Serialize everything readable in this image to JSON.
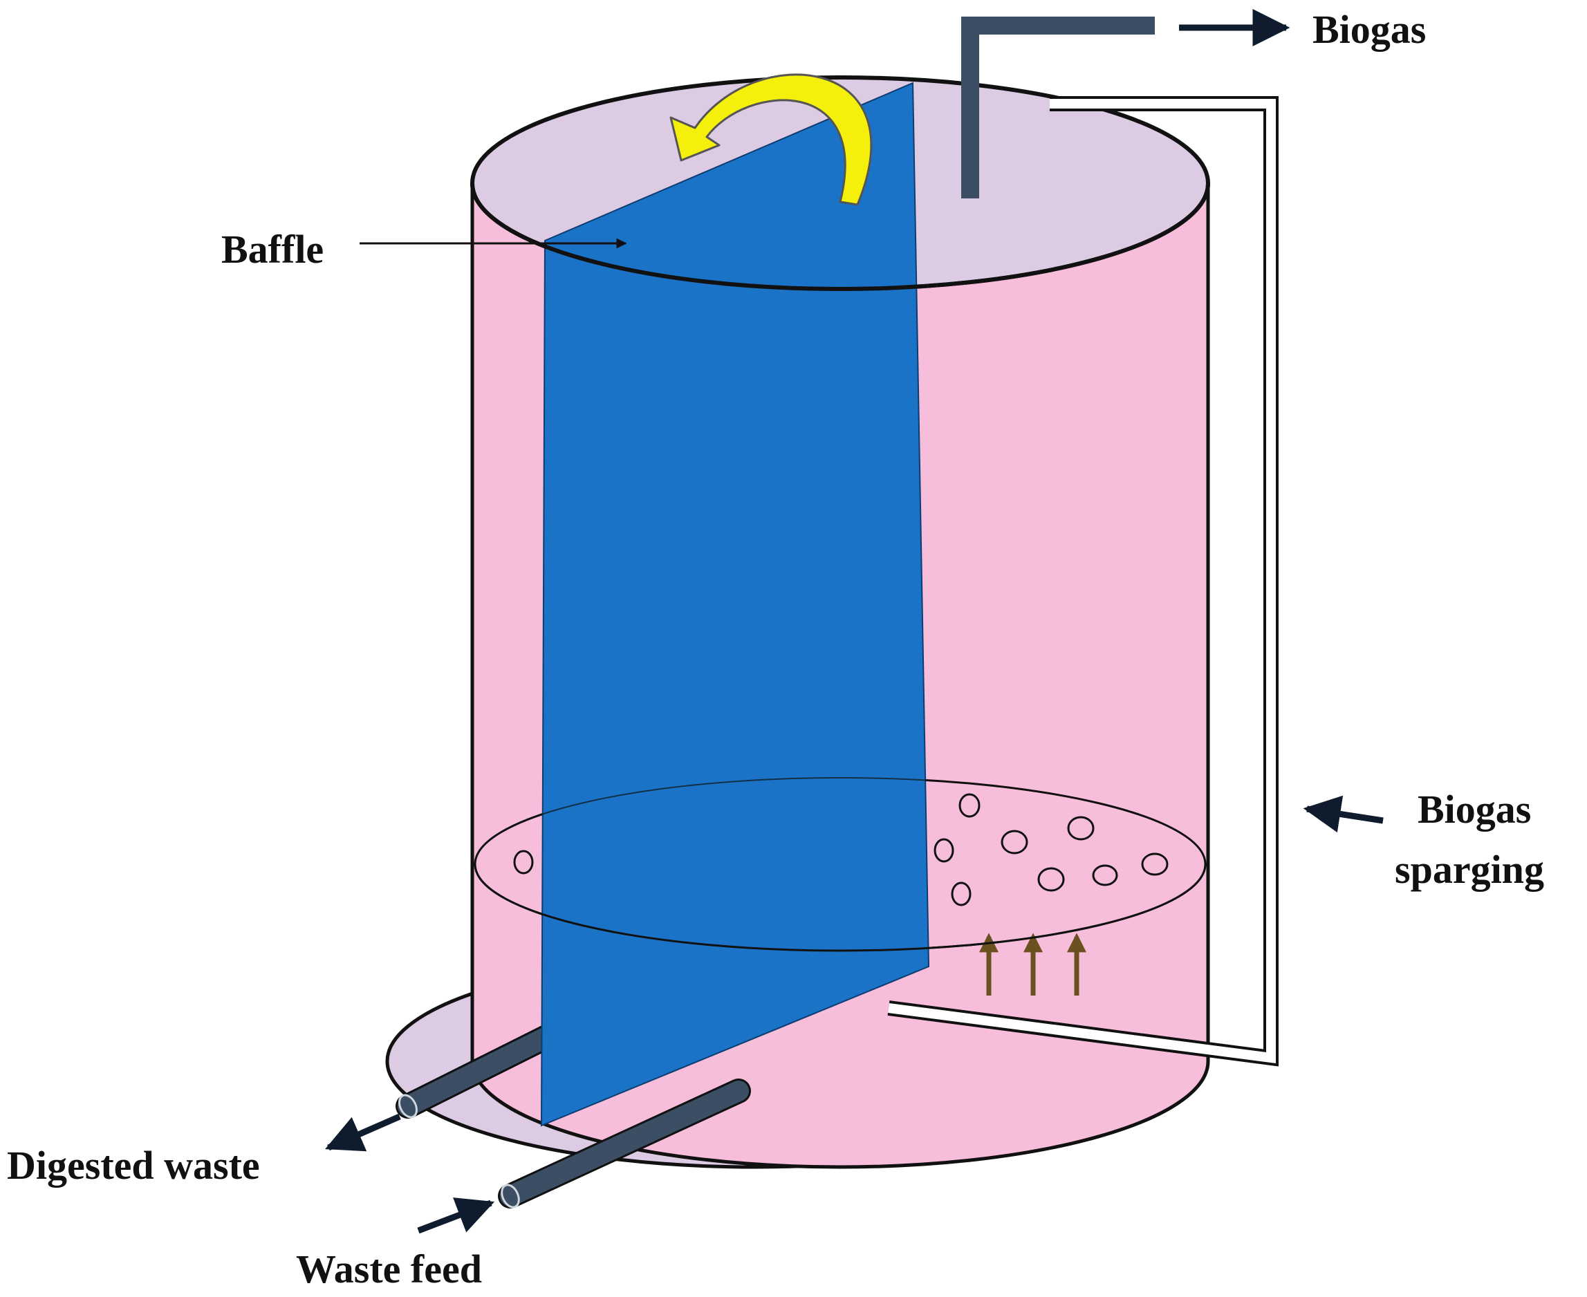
{
  "labels": {
    "biogas": "Biogas",
    "baffle": "Baffle",
    "biogas_sparging_line1": "Biogas",
    "biogas_sparging_line2": "sparging",
    "digested_waste": "Digested waste",
    "waste_feed": "Waste feed"
  },
  "colors": {
    "reactor_wall": "#f7bedb",
    "reactor_cap": "#dccbe3",
    "baffle": "#1a73c6",
    "pipe": "#3b4e63",
    "sparger_pipe": "#ffffff",
    "rotation_arrow": "#f4f00b",
    "rise_arrow": "#8a6a3a",
    "outline": "#111111"
  }
}
